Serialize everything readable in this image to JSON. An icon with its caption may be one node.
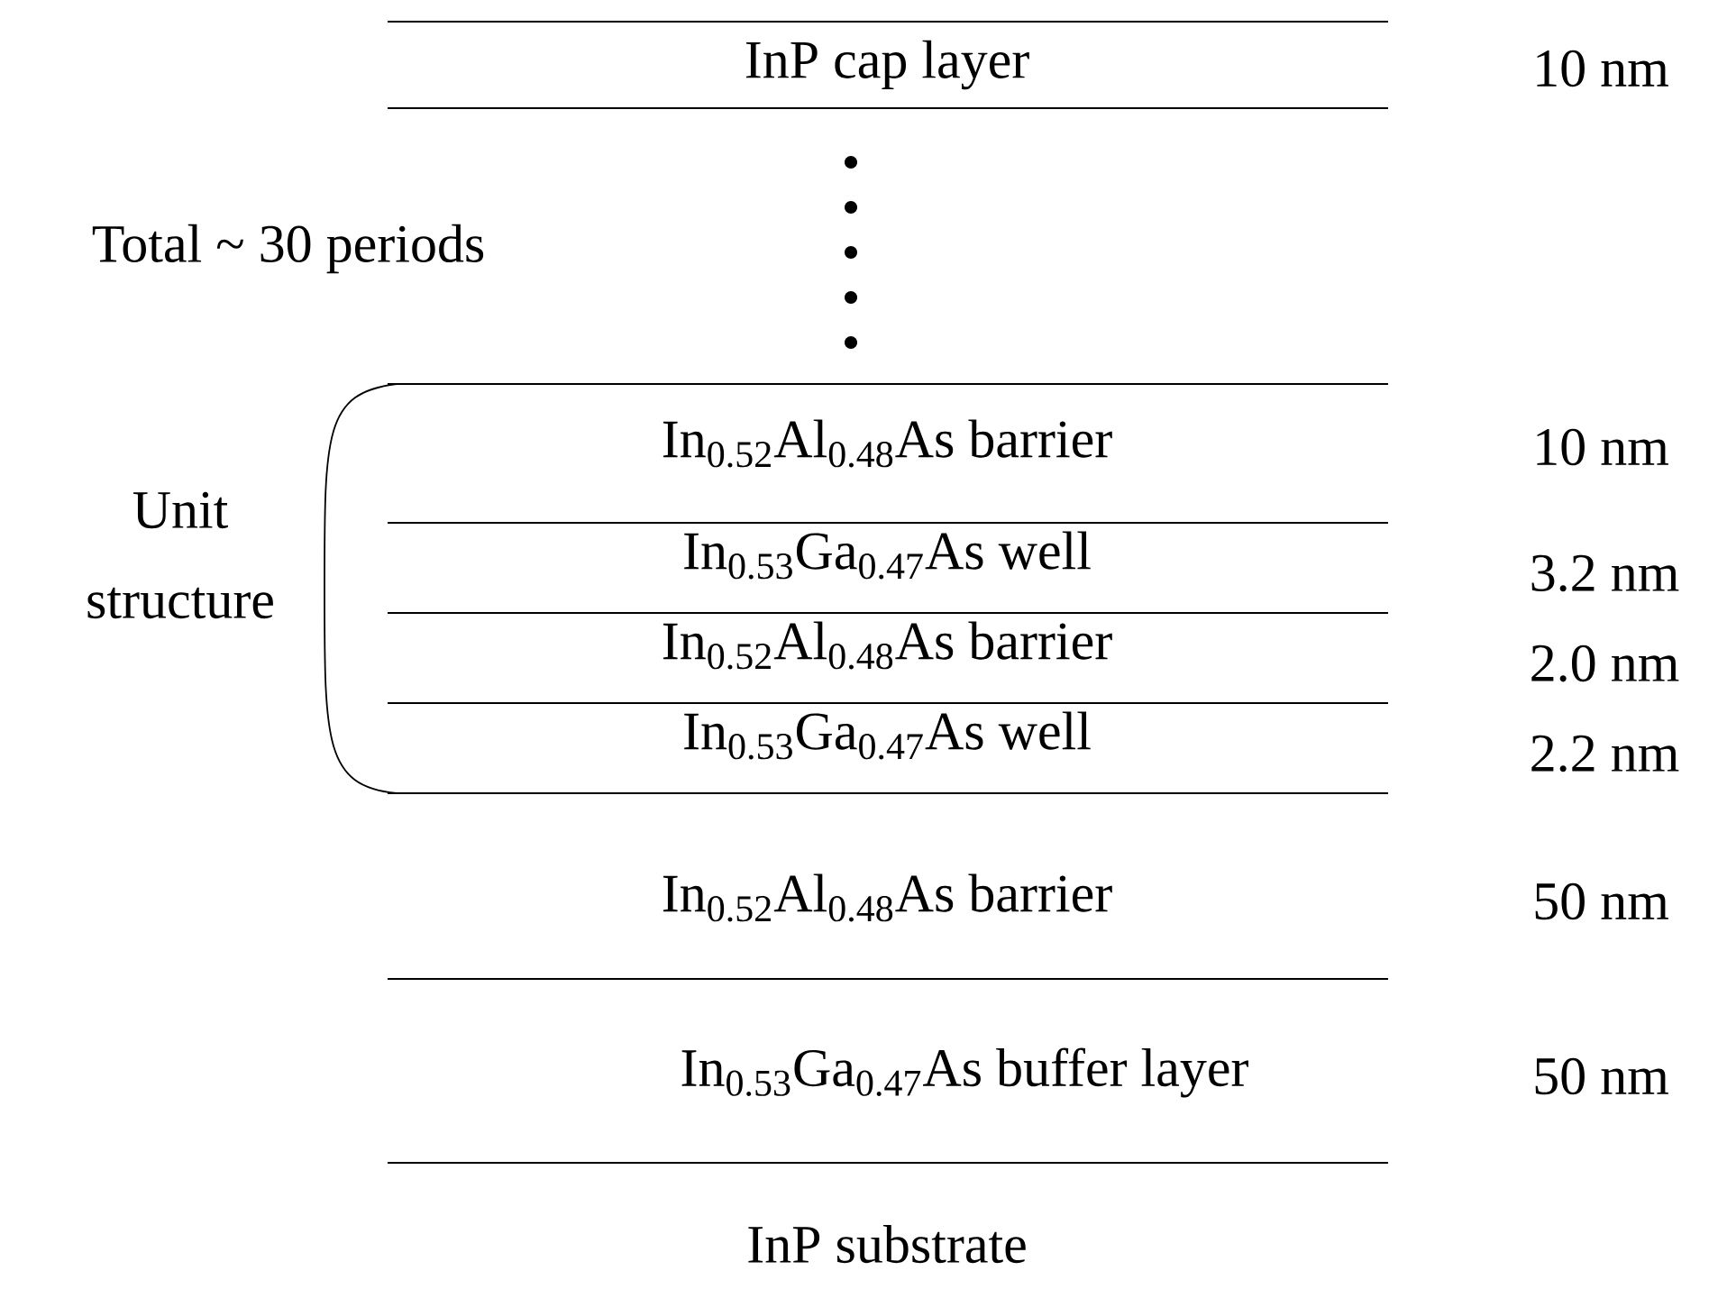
{
  "diagram": {
    "labels": [
      "InP cap layer",
      "10 nm",
      "Total ~ 30 periods",
      "In$_{0.52}$Al$_{0.48}$As barrier",
      "10 nm",
      "Unit structure",
      "In$_{0.53}$Ga$_{0.47}$As well",
      "3.2 nm",
      "In$_{0.52}$Al$_{0.48}$As barrier",
      "2.0 nm",
      "In$_{0.53}$Ga$_{0.47}$As well",
      "2.2 nm",
      "In$_{0.52}$Al$_{0.48}$As barrier",
      "50 nm",
      "In$_{0.53}$Ga$_{0.47}$As buffer layer",
      "50 nm",
      "InP substrate"
    ]
  }
}
